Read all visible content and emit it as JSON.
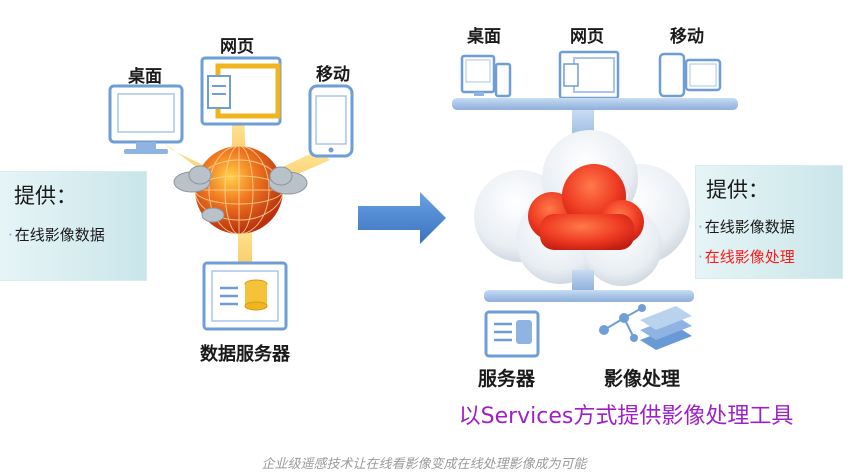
{
  "left": {
    "device_labels": {
      "desktop": "桌面",
      "web": "网页",
      "mobile": "移动"
    },
    "server_label": "数据服务器",
    "panel": {
      "title": "提供：",
      "items": [
        "在线影像数据"
      ]
    }
  },
  "right": {
    "device_labels": {
      "desktop": "桌面",
      "web": "网页",
      "mobile": "移动"
    },
    "bottom_labels": {
      "server": "服务器",
      "processing": "影像处理"
    },
    "panel": {
      "title": "提供：",
      "items": [
        "在线影像数据",
        "在线影像处理"
      ]
    },
    "services_text": "以Services方式提供影像处理工具"
  },
  "caption": "企业级遥感技术让在线看影像变成在线处理影像成为可能",
  "colors": {
    "accent_red": "#ff1a1a",
    "services_purple": "#a020c8",
    "arrow_blue": "#4a86d0",
    "device_blue": "#7aaee0",
    "globe_orange": "#e8501a",
    "cloud_red": "#ee3a22"
  }
}
